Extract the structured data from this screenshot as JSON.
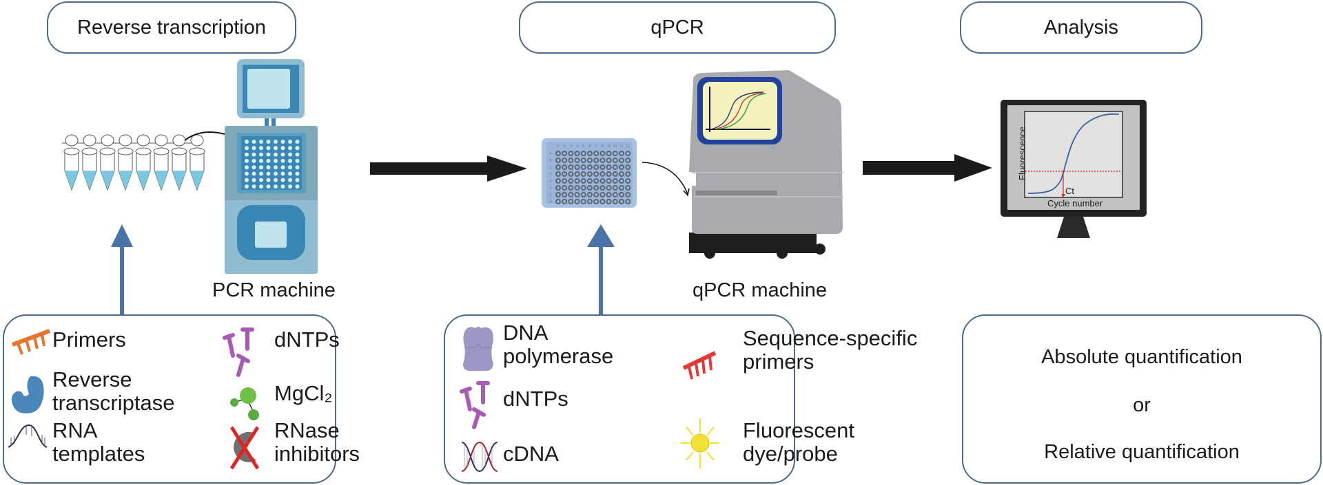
{
  "stages": [
    {
      "title": "Reverse transcription"
    },
    {
      "title": "qPCR"
    },
    {
      "title": "Analysis"
    }
  ],
  "machines": {
    "pcr": "PCR machine",
    "qpcr": "qPCR machine"
  },
  "plate": {
    "columns": [
      "1",
      "2",
      "3",
      "4",
      "5",
      "6",
      "7",
      "8",
      "9",
      "10",
      "11",
      "12"
    ],
    "rows": [
      "A",
      "B",
      "C",
      "D",
      "E",
      "F",
      "G",
      "H"
    ]
  },
  "analysis_chart": {
    "ylabel": "Fluorescence",
    "xlabel": "Cycle number",
    "threshold_label": "Ct"
  },
  "rt_reagents": [
    {
      "icon": "primers-icon",
      "label": "Primers"
    },
    {
      "icon": "reverse-transcriptase-icon",
      "label_line1": "Reverse",
      "label_line2": "transcriptase"
    },
    {
      "icon": "rna-template-icon",
      "label_line1": "RNA",
      "label_line2": "templates"
    },
    {
      "icon": "dntps-icon",
      "label": "dNTPs"
    },
    {
      "icon": "mgcl2-icon",
      "label": "MgCl₂"
    },
    {
      "icon": "rnase-inhibitor-icon",
      "label_line1": "RNase",
      "label_line2": "inhibitors"
    }
  ],
  "qpcr_reagents": [
    {
      "icon": "dna-polymerase-icon",
      "label_line1": "DNA",
      "label_line2": "polymerase"
    },
    {
      "icon": "dntps-icon",
      "label": "dNTPs"
    },
    {
      "icon": "cdna-icon",
      "label": "cDNA"
    },
    {
      "icon": "sequence-specific-primers-icon",
      "label_line1": "Sequence-specific",
      "label_line2": "primers"
    },
    {
      "icon": "fluorescent-dye-icon",
      "label_line1": "Fluorescent",
      "label_line2": "dye/probe"
    }
  ],
  "analysis_methods": {
    "first": "Absolute quantification",
    "connector": "or",
    "second": "Relative quantification"
  },
  "colors": {
    "stage_border": "#4a6a8c",
    "up_arrow": "#4a74a8",
    "pcr_machine": "#8fbcd3",
    "qpcr_machine": "#a7a8ab",
    "primers": "#e8732f",
    "seq_primers": "#e53838",
    "dntps": "#a85bb5",
    "mgcl2": "#5aab3f",
    "reverse_transcriptase": "#4a86b8",
    "polymerase": "#9b98c6",
    "dye": "#f2e133"
  }
}
